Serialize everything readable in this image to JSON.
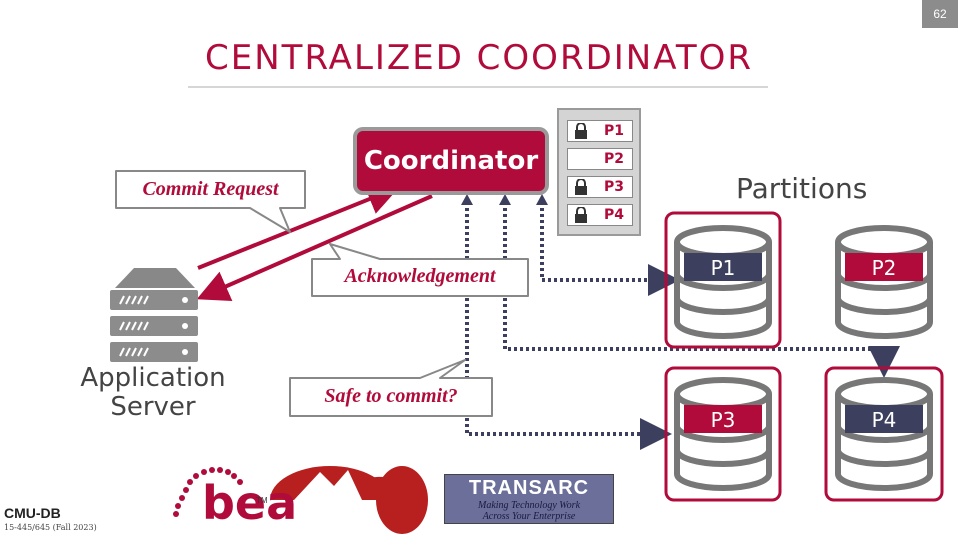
{
  "slide": {
    "number": "62",
    "title": "CENTRALIZED COORDINATOR",
    "footer_logo": "CMU-DB",
    "course": "15-445/645 (Fall 2023)"
  },
  "coordinator": {
    "label": "Coordinator"
  },
  "lock_table": {
    "rows": [
      {
        "label": "P1",
        "locked": true
      },
      {
        "label": "P2",
        "locked": false
      },
      {
        "label": "P3",
        "locked": true
      },
      {
        "label": "P4",
        "locked": true
      }
    ]
  },
  "partitions": {
    "heading": "Partitions",
    "items": [
      {
        "label": "P1"
      },
      {
        "label": "P2"
      },
      {
        "label": "P3"
      },
      {
        "label": "P4"
      }
    ]
  },
  "callouts": {
    "commit_request": "Commit Request",
    "acknowledgement": "Acknowledgement",
    "safe_to_commit": "Safe to commit?"
  },
  "app_server": {
    "line1": "Application",
    "line2": "Server"
  },
  "vendors": {
    "bea": "bea",
    "bea_tm": "TM",
    "transarc_name": "TRANSARC",
    "transarc_tag1": "Making Technology Work",
    "transarc_tag2": "Across Your Enterprise"
  },
  "colors": {
    "accent": "#b00b3a",
    "navy": "#3d3f5e",
    "grey": "#9a9a9a"
  }
}
